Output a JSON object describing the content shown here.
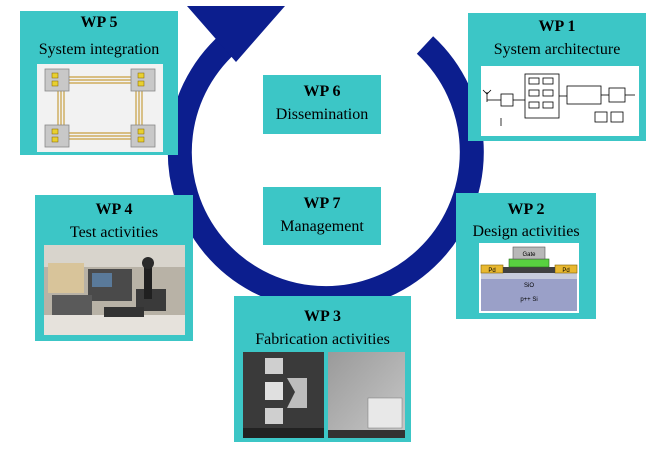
{
  "packages": [
    {
      "id": "WP 5",
      "title": "System integration"
    },
    {
      "id": "WP 1",
      "title": "System architecture"
    },
    {
      "id": "WP 6",
      "title": "Dissemination"
    },
    {
      "id": "WP 7",
      "title": "Management"
    },
    {
      "id": "WP 4",
      "title": "Test activities"
    },
    {
      "id": "WP 2",
      "title": "Design activities"
    },
    {
      "id": "WP 3",
      "title": "Fabrication activities"
    }
  ],
  "colors": {
    "box": "#3cc6c6",
    "arrow": "#0c1e8e"
  },
  "wp2_layers": {
    "gate": "Gate",
    "pd": "Pd",
    "oxide": "SiO",
    "substrate": "p++ Si"
  }
}
